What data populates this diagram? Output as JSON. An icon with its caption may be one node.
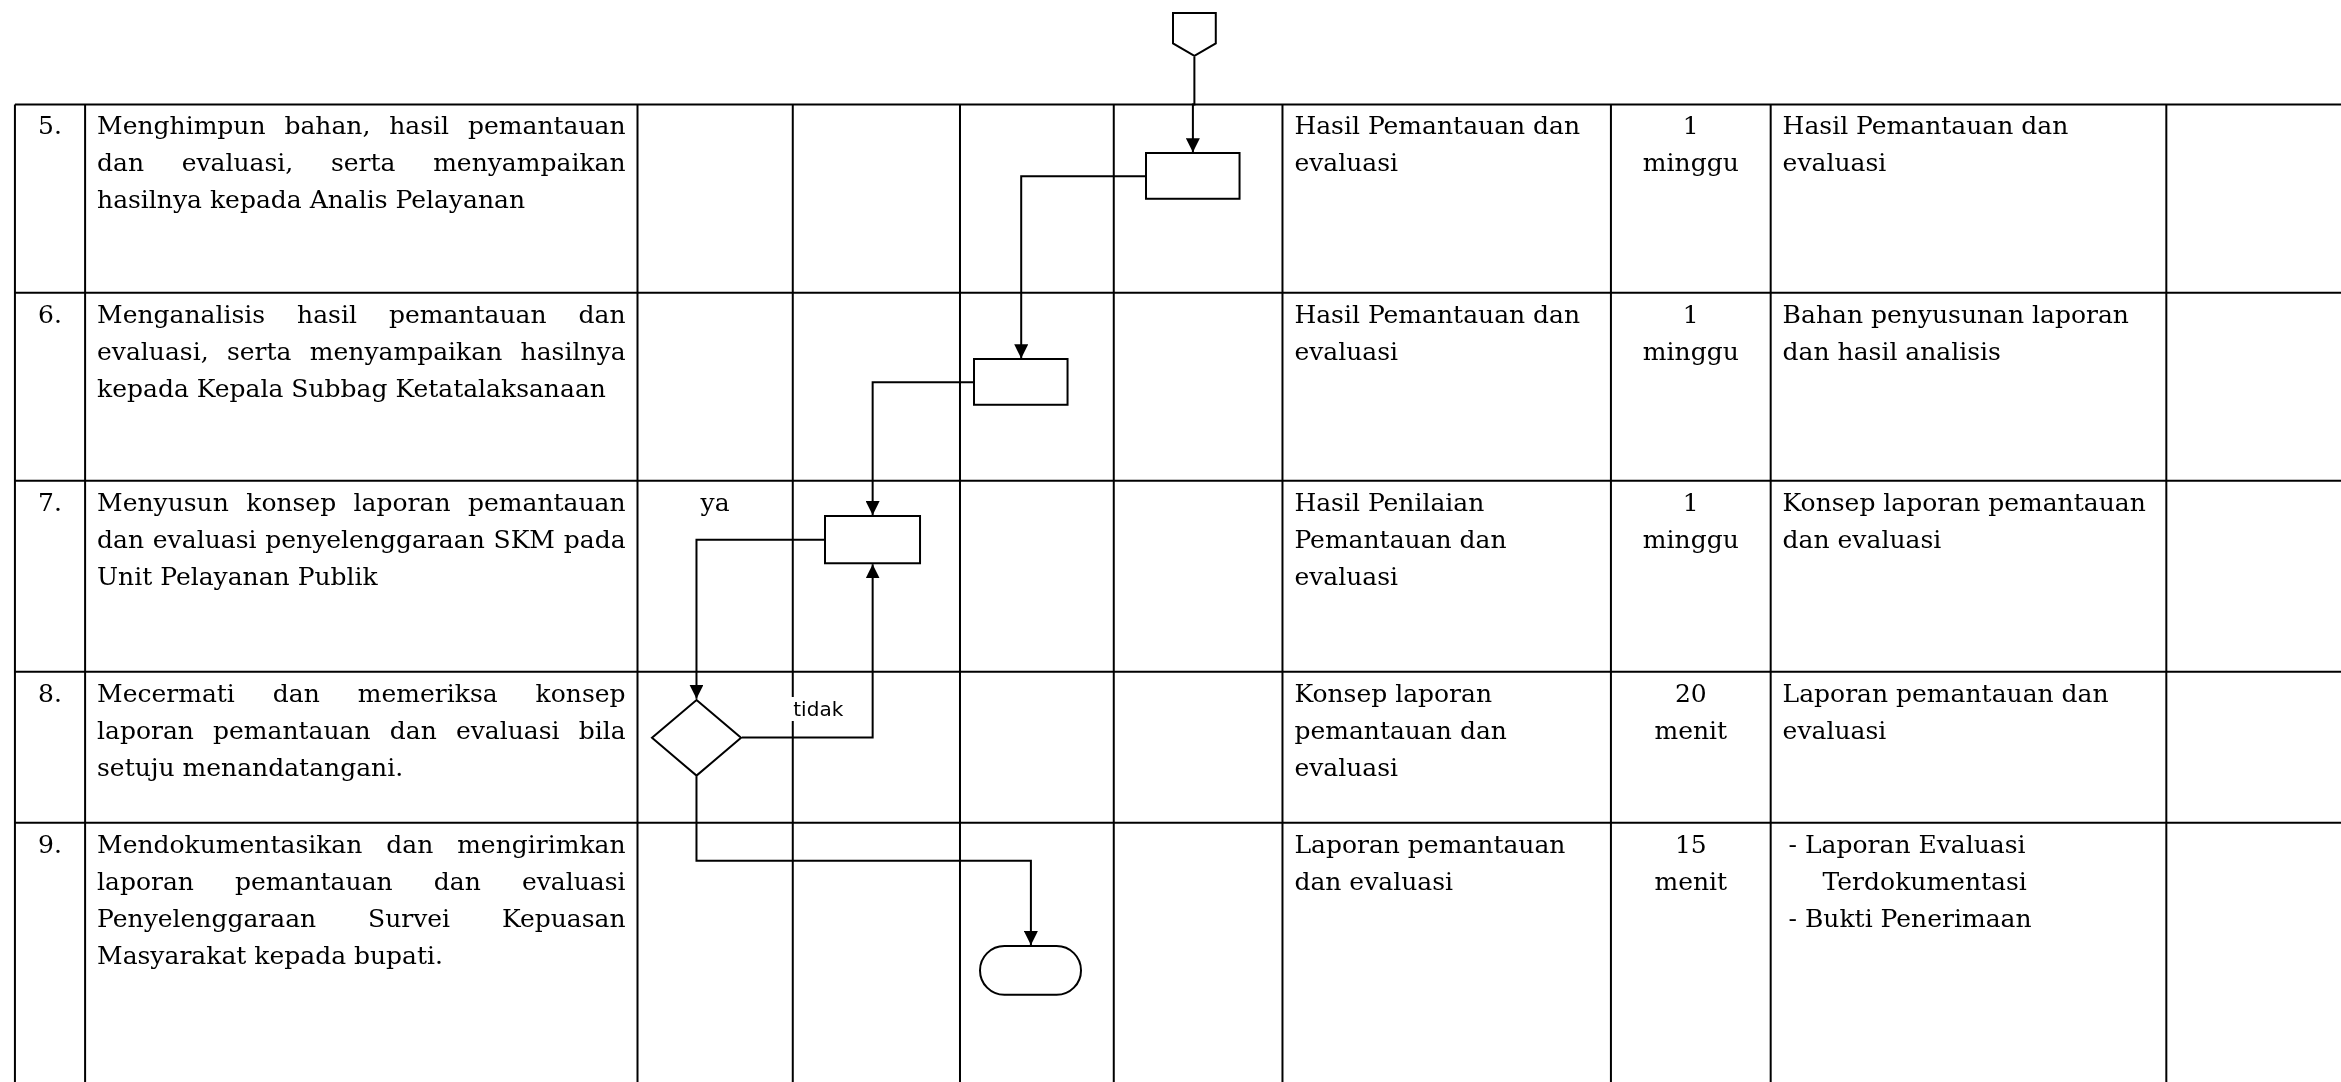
{
  "diagram": {
    "nodes": [
      {
        "text": [],
        "shape": "pentagon"
      },
      {
        "text": [],
        "shape": "box"
      },
      {
        "text": [],
        "shape": "box"
      },
      {
        "text": [],
        "shape": "box"
      },
      {
        "text": [],
        "shape": "diamond"
      },
      {
        "text": [],
        "shape": "terminator"
      }
    ],
    "edges": [
      {
        "from": 0,
        "to": 1,
        "arrow": "to"
      },
      {
        "from": 1,
        "to": 2,
        "arrow": "to"
      },
      {
        "from": 2,
        "to": 3,
        "arrow": "to"
      },
      {
        "from": 3,
        "to": 4,
        "arrow": "to"
      },
      {
        "from": 4,
        "to": 3,
        "arrow": "to",
        "label": "tidak"
      },
      {
        "from": 4,
        "to": 5,
        "arrow": "to"
      }
    ],
    "labels": [
      "5.",
      "Menghimpun bahan, hasil pemantauan dan evaluasi, serta menyampaikan hasilnya kepada Analis Pelayanan",
      "Hasil Pemantauan dan evaluasi",
      "1 minggu",
      "Hasil Pemantauan dan evaluasi",
      "6.",
      "Menganalisis hasil pemantauan dan evaluasi, serta menyampaikan hasilnya kepada Kepala Subbag Ketatalaksanaan",
      "Hasil Pemantauan dan evaluasi",
      "1 minggu",
      "Bahan penyusunan laporan dan hasil analisis",
      "7.",
      "Menyusun konsep laporan pemantauan dan evaluasi penyelenggaraan SKM pada Unit Pelayanan Publik",
      "ya",
      "Hasil Penilaian Pemantauan dan evaluasi",
      "1 minggu",
      "Konsep laporan pemantauan dan evaluasi",
      "8.",
      "Mecermati dan memeriksa konsep laporan pemantauan dan evaluasi bila setuju menandatangani.",
      "Konsep laporan pemantauan dan evaluasi",
      "20 menit",
      "Laporan pemantauan dan evaluasi",
      "9.",
      "Mendokumentasikan dan mengirimkan laporan pemantauan dan evaluasi Penyelenggaraan Survei Kepuasan Masyarakat kepada bupati.",
      "Laporan pemantauan dan evaluasi",
      "15 menit",
      "- Laporan Evaluasi Terdokumentasi",
      "- Bukti Penerimaan"
    ]
  }
}
